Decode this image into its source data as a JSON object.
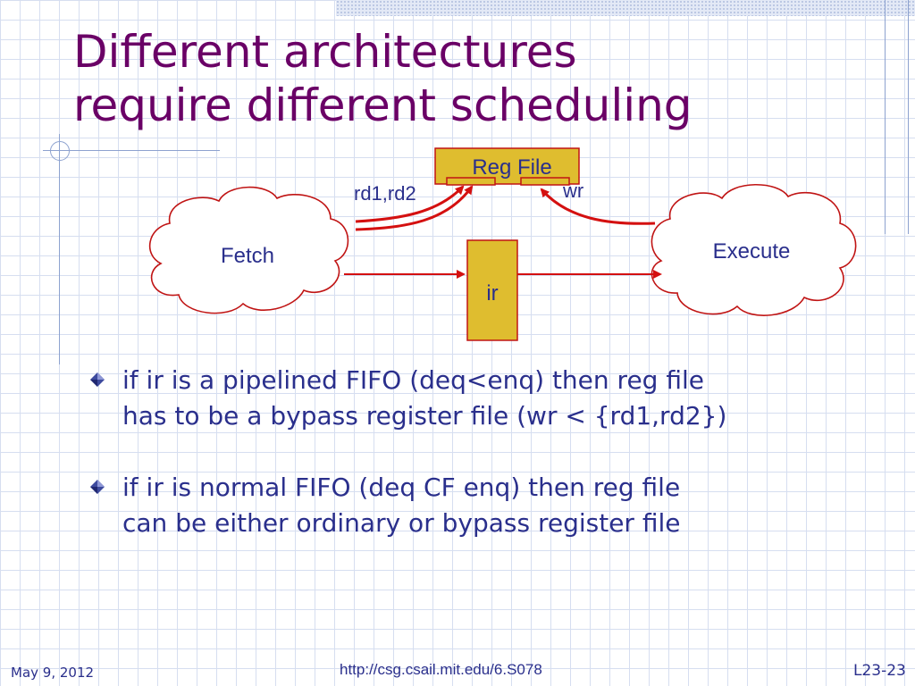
{
  "slide": {
    "title_lines": [
      "Different architectures",
      "require different scheduling"
    ]
  },
  "diagram": {
    "reg_file_label": "Reg File",
    "ir_label": "ir",
    "fetch_label": "Fetch",
    "execute_label": "Execute",
    "read_ports_label": "rd1,rd2",
    "write_port_label": "wr"
  },
  "bullets": [
    {
      "lines": [
        "if ir is a pipelined FIFO (deq<enq) then reg file",
        "has to be a bypass register file (wr < {rd1,rd2})"
      ]
    },
    {
      "lines": [
        "if ir is normal FIFO (deq CF enq) then reg file",
        "can be either ordinary or bypass register file"
      ]
    }
  ],
  "footer": {
    "date": "May 9, 2012",
    "url": "http://csg.csail.mit.edu/6.S078",
    "page": "L23-23"
  },
  "colors": {
    "title": "#6a0066",
    "body_text": "#2a2f8c",
    "box_fill": "#dfbd2f",
    "arrow": "#d41010"
  }
}
